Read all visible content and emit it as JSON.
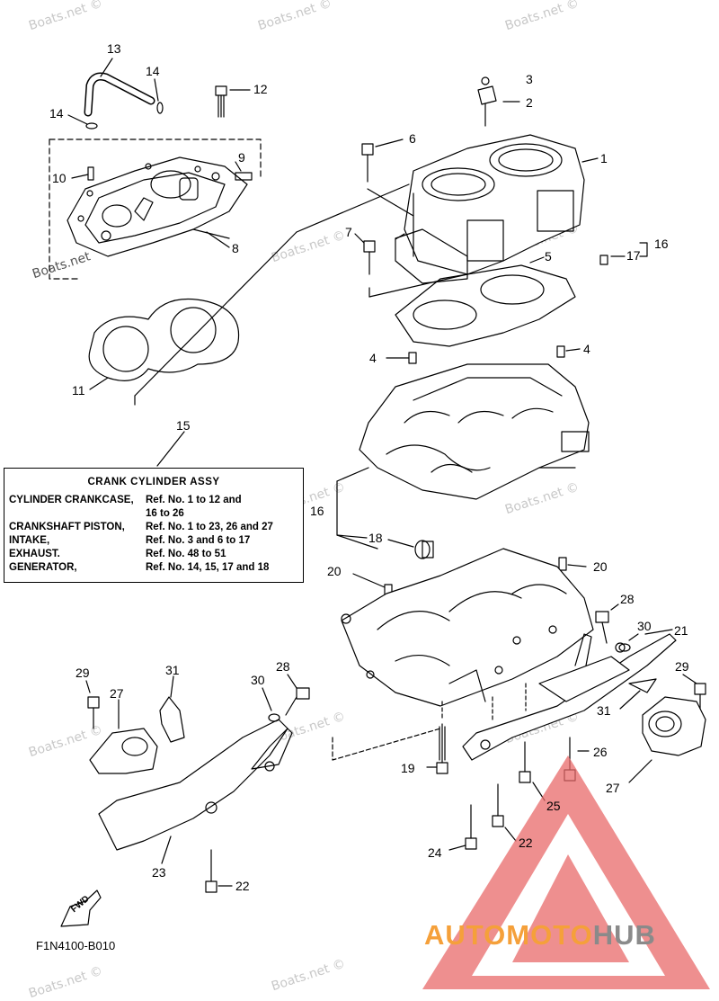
{
  "watermarks": [
    "Boats.net ©",
    "Boats.net ©",
    "Boats.net ©",
    "Boats.net ©",
    "Boats.net",
    "Boats.net ©",
    "Boats.net ©",
    "Boats.net ©",
    "Boats.net ©",
    "Boats.net ©",
    "Boats.net ©",
    "Boats.net ©",
    "Boats.net ©"
  ],
  "refs": [
    "1",
    "2",
    "3",
    "4",
    "4",
    "5",
    "6",
    "7",
    "8",
    "9",
    "10",
    "11",
    "12",
    "13",
    "14",
    "14",
    "15",
    "16",
    "16",
    "17",
    "18",
    "19",
    "20",
    "20",
    "21",
    "22",
    "22",
    "23",
    "24",
    "25",
    "26",
    "27",
    "27",
    "28",
    "28",
    "29",
    "29",
    "30",
    "30",
    "31",
    "31"
  ],
  "legend": {
    "title": "CRANK CYLINDER ASSY",
    "rows": [
      {
        "name": "CYLINDER CRANKCASE,",
        "ref": "Ref. No. 1 to 12 and"
      },
      {
        "name": "",
        "ref": "16 to 26"
      },
      {
        "name": "CRANKSHAFT PISTON,",
        "ref": "Ref. No. 1 to 23, 26 and 27"
      },
      {
        "name": "INTAKE,",
        "ref": "Ref. No. 3 and 6 to 17"
      },
      {
        "name": "EXHAUST.",
        "ref": "Ref. No. 48 to 51"
      },
      {
        "name": "GENERATOR,",
        "ref": "Ref. No. 14, 15, 17 and 18"
      }
    ]
  },
  "fwd_label": "FWD",
  "diagram_code": "F1N4100-B010",
  "brand": {
    "part1": "AUTOMOTO",
    "part2": "HUB",
    "color1": "#f5a03a",
    "color2": "#8a8a8a",
    "logo_color": "#e86a6a"
  }
}
